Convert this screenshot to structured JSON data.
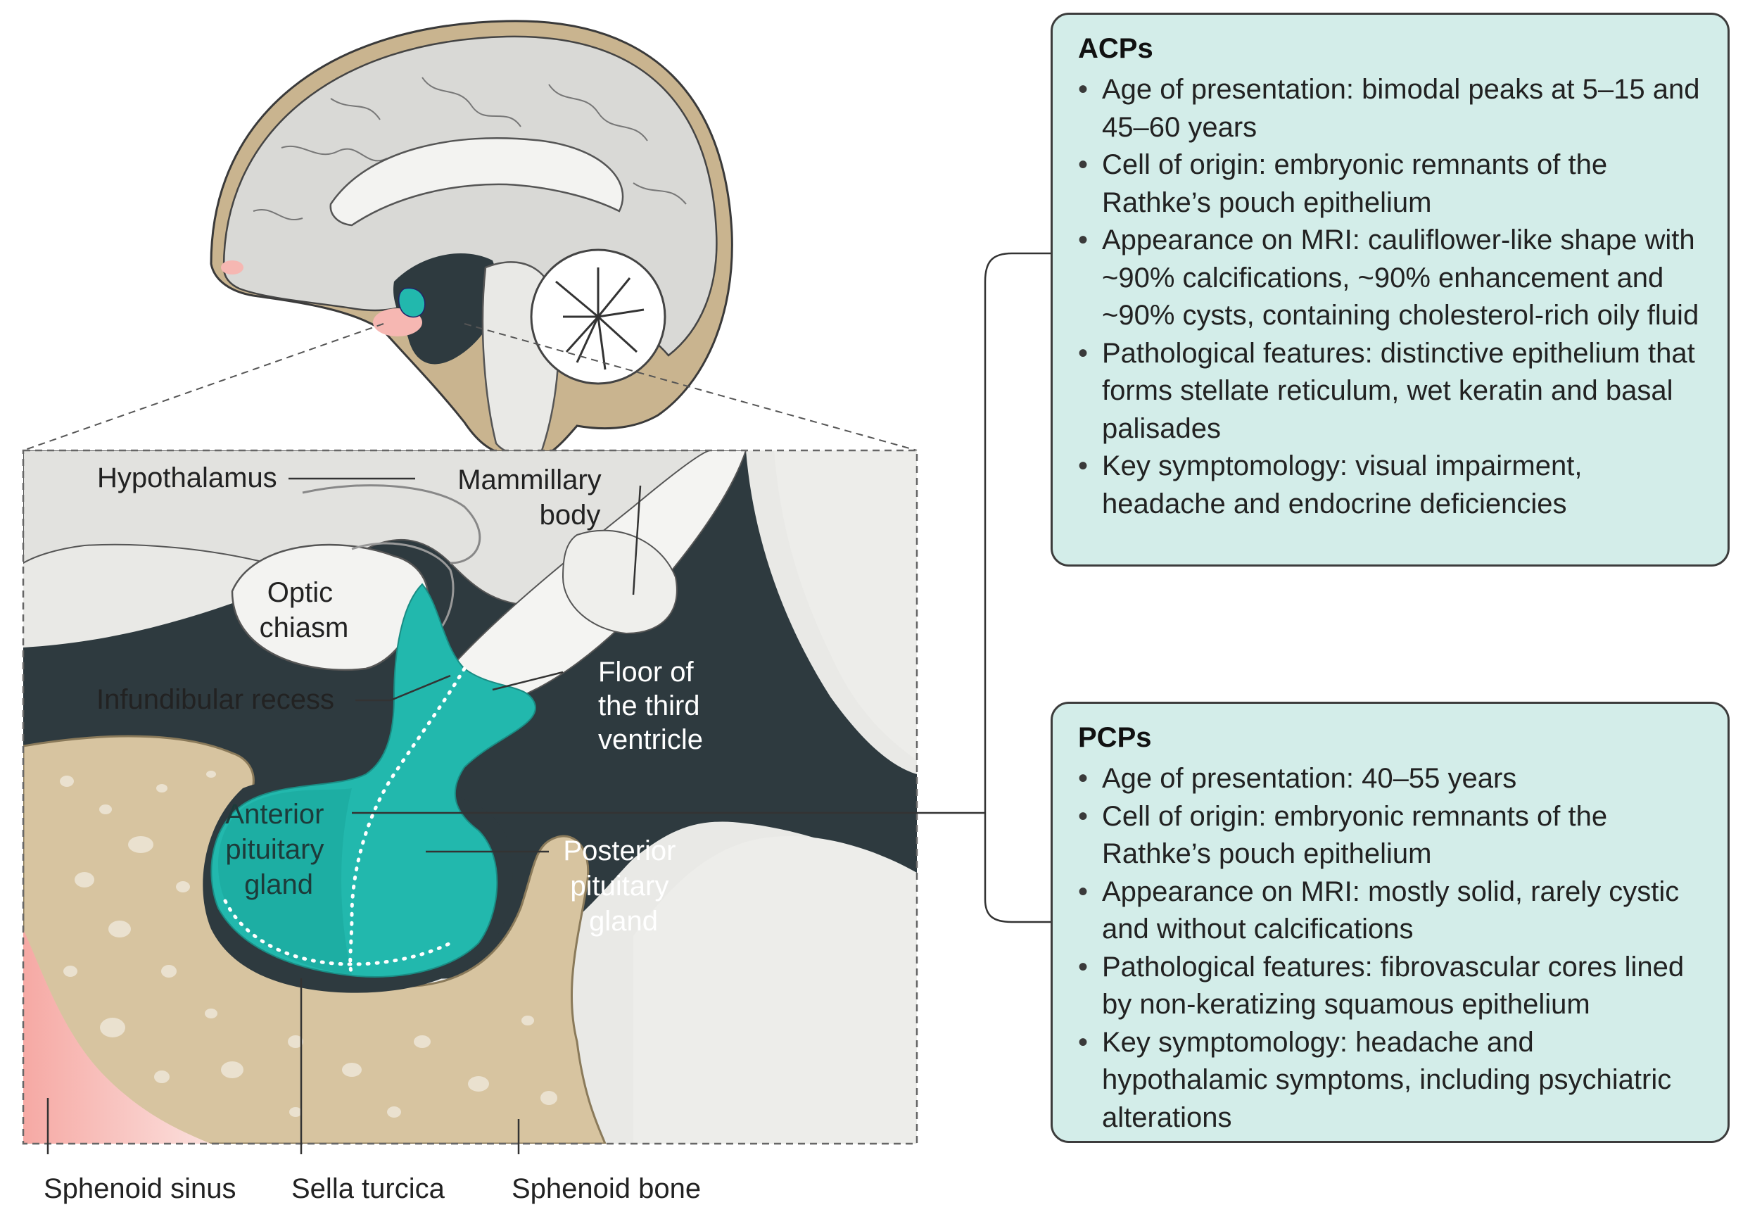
{
  "labels": {
    "hypothalamus": "Hypothalamus",
    "mammillary_body": [
      "Mammillary",
      "body"
    ],
    "optic_chiasm": [
      "Optic",
      "chiasm"
    ],
    "infundibular_recess": "Infundibular recess",
    "floor_third_ventricle": [
      "Floor of",
      "the third",
      "ventricle"
    ],
    "anterior_pituitary": [
      "Anterior",
      "pituitary",
      "gland"
    ],
    "posterior_pituitary": [
      "Posterior",
      "pituitary",
      "gland"
    ],
    "sphenoid_sinus": "Sphenoid sinus",
    "sella_turcica": "Sella turcica",
    "sphenoid_bone": "Sphenoid bone"
  },
  "acps": {
    "title": "ACPs",
    "items": [
      "Age of presentation: bimodal peaks at 5–15 and 45–60 years",
      "Cell of origin: embryonic remnants of the Rathke’s pouch epithelium",
      "Appearance on MRI: cauliflower-like shape with ~90% calcifications, ~90% enhancement and ~90% cysts, containing cholesterol-rich oily fluid",
      "Pathological features: distinctive epithelium that forms stellate reticulum, wet keratin and basal palisades",
      " Key symptomology: visual impairment, headache and endocrine deficiencies"
    ]
  },
  "pcps": {
    "title": "PCPs",
    "items": [
      "Age of presentation: 40–55 years",
      "Cell of origin: embryonic remnants of the Rathke’s pouch epithelium",
      "Appearance on MRI: mostly solid, rarely cystic and without calcifications",
      "Pathological features: fibrovascular cores lined by non-keratizing squamous epithelium",
      " Key symptomology: headache and hypothalamic symptoms, including psychiatric alterations"
    ]
  },
  "colors": {
    "box_fill": "#d3ede9",
    "pituitary_teal": "#22b8ad",
    "ventricle_dark": "#2e3a3f",
    "bone_tan": "#d7c4a0",
    "brain_grey": "#d9d9d6",
    "sinus_pink": "#f6b7b2"
  }
}
